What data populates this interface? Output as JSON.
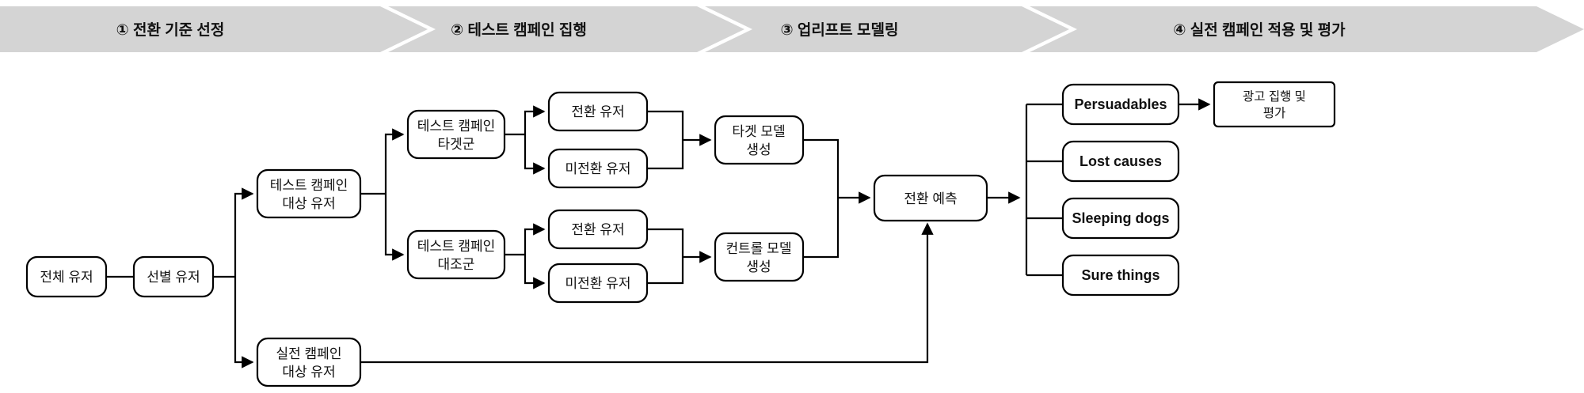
{
  "diagram": {
    "title_sr": "Uplift modeling campaign process flow",
    "phases": [
      {
        "id": "phase-1",
        "label": "① 전환 기준 선정"
      },
      {
        "id": "phase-2",
        "label": "② 테스트 캠페인 집행"
      },
      {
        "id": "phase-3",
        "label": "③ 업리프트 모델링"
      },
      {
        "id": "phase-4",
        "label": "④ 실전 캠페인 적용 및 평가"
      }
    ],
    "nodes": [
      {
        "id": "all-users",
        "lines": [
          "전체 유저"
        ]
      },
      {
        "id": "selected-users",
        "lines": [
          "선별 유저"
        ]
      },
      {
        "id": "test-campaign-users",
        "lines": [
          "테스트 캠페인",
          "대상 유저"
        ]
      },
      {
        "id": "live-campaign-users",
        "lines": [
          "실전 캠페인",
          "대상 유저"
        ]
      },
      {
        "id": "test-target-group",
        "lines": [
          "테스트 캠페인",
          "타겟군"
        ]
      },
      {
        "id": "test-control-group",
        "lines": [
          "테스트 캠페인",
          "대조군"
        ]
      },
      {
        "id": "target-converted",
        "lines": [
          "전환 유저"
        ]
      },
      {
        "id": "target-not-converted",
        "lines": [
          "미전환 유저"
        ]
      },
      {
        "id": "control-converted",
        "lines": [
          "전환 유저"
        ]
      },
      {
        "id": "control-not-converted",
        "lines": [
          "미전환 유저"
        ]
      },
      {
        "id": "target-model",
        "lines": [
          "타겟 모델",
          "생성"
        ]
      },
      {
        "id": "control-model",
        "lines": [
          "컨트롤 모델",
          "생성"
        ]
      },
      {
        "id": "conversion-prediction",
        "lines": [
          "전환 예측"
        ]
      },
      {
        "id": "segment-persuadables",
        "lines": [
          "Persuadables"
        ]
      },
      {
        "id": "segment-lost-causes",
        "lines": [
          "Lost causes"
        ]
      },
      {
        "id": "segment-sleeping-dogs",
        "lines": [
          "Sleeping dogs"
        ]
      },
      {
        "id": "segment-sure-things",
        "lines": [
          "Sure things"
        ]
      },
      {
        "id": "ad-execution-eval",
        "lines": [
          "광고 집행 및",
          "평가"
        ]
      }
    ],
    "colors": {
      "phase_band": "#d4d4d4",
      "node_stroke": "#000000",
      "node_fill": "#ffffff",
      "text": "#111111",
      "background": "#ffffff"
    }
  }
}
